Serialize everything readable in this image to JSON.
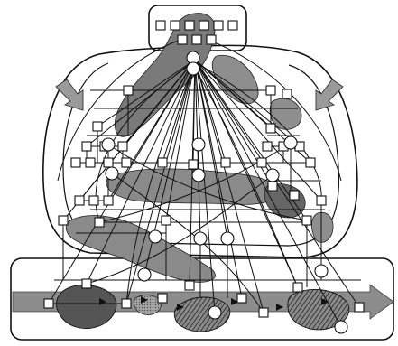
{
  "figure": {
    "caption": "",
    "colors": {
      "ink": "#111111",
      "fill_dark": "#6f6f6f",
      "fill_mid": "#9a9a9a",
      "fill_light": "#bdbdbd",
      "arrow_band": "#8c8c8c",
      "paper": "#ffffff"
    },
    "regions": [
      {
        "id": "top-cluster-box"
      },
      {
        "id": "outer-loop-boundary"
      },
      {
        "id": "bottom-band-box"
      }
    ],
    "inputs": [
      {
        "id": "left-input-arrow",
        "direction": "in"
      },
      {
        "id": "right-input-arrow",
        "direction": "in"
      }
    ],
    "process_band": {
      "direction": "left-to-right",
      "segments": 4
    }
  }
}
